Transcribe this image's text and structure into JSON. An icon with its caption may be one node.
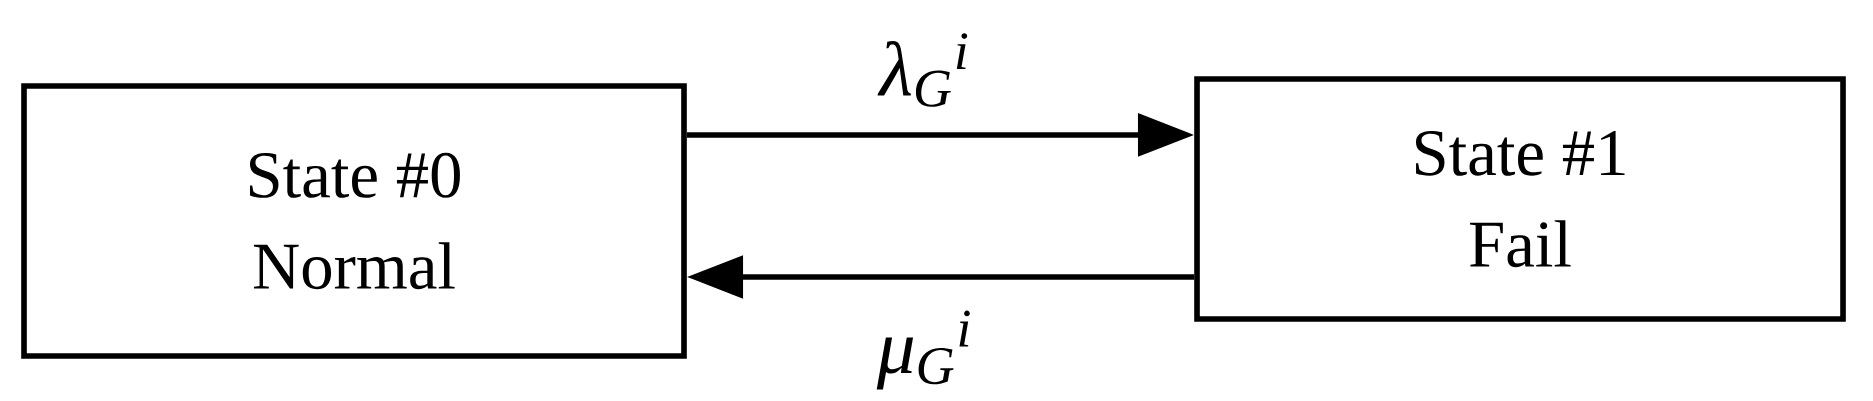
{
  "diagram": {
    "nodes": [
      {
        "text": [
          "State #0",
          "Normal"
        ]
      },
      {
        "text": [
          "State #1",
          "Fail"
        ]
      }
    ],
    "edges": [
      {
        "from": 0,
        "to": 1,
        "arrow": "to",
        "label": "λ$_{G}$$^{i}$"
      },
      {
        "from": 1,
        "to": 0,
        "arrow": "to",
        "label": "μ$_{G}$$^{i}$"
      }
    ]
  }
}
